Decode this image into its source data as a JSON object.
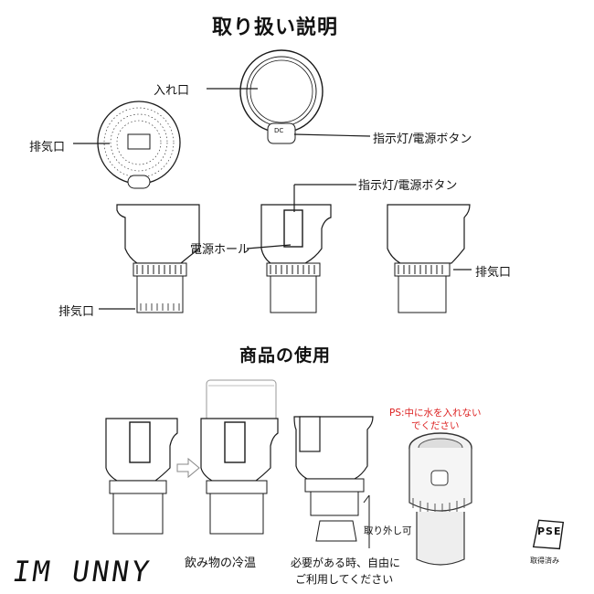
{
  "headings": {
    "instructions": "取り扱い説明",
    "usage": "商品の使用"
  },
  "labels": {
    "inlet": "入れ口",
    "exhaust_top": "排気口",
    "indicator_right": "指示灯/電源ボタン",
    "indicator_mid": "指示灯/電源ボタン",
    "power_hole": "電源ホール",
    "exhaust_right": "排気口",
    "exhaust_left": "排気口",
    "removable": "取り外し可",
    "drinks": "飲み物の冷温",
    "as_needed_1": "必要がある時、自由に",
    "as_needed_2": "ご利用してください",
    "ps_1": "PS:中に水を入れない",
    "ps_2": "でください",
    "pse_mark": "PSE",
    "pse_caption": "取得済み",
    "panel_mark": "DC",
    "brand": "IM UNNY"
  },
  "colors": {
    "line": "#1a1a1a",
    "note": "#d22222"
  }
}
